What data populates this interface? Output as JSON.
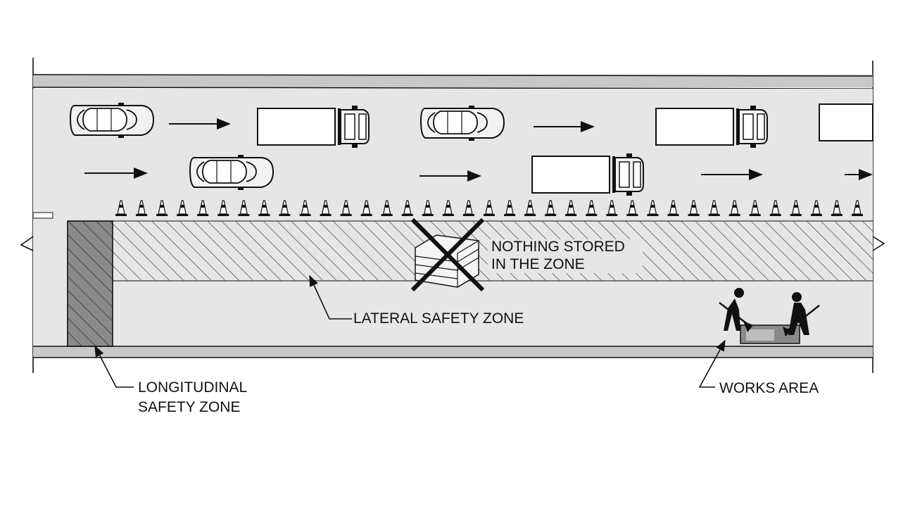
{
  "labels": {
    "nothing_stored_line1": "NOTHING STORED",
    "nothing_stored_line2": "IN THE ZONE",
    "lateral_zone": "LATERAL SAFETY ZONE",
    "longitudinal_line1": "LONGITUDINAL",
    "longitudinal_line2": "SAFETY ZONE",
    "works_area": "WORKS AREA"
  },
  "counts": {
    "traffic_cones": 37,
    "workers": 2
  },
  "colors": {
    "road": "#e6e6e6",
    "shoulder": "#c8c8c8",
    "ink": "#111111",
    "hatch": "#555555",
    "longitudinal_fill": "#8a8a8a"
  }
}
